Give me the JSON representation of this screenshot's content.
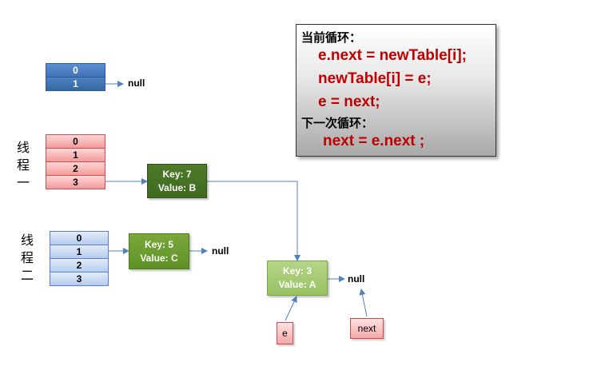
{
  "top_array": {
    "cells": [
      "0",
      "1"
    ],
    "null_label": "null"
  },
  "thread1": {
    "label": [
      "线",
      "程",
      "一"
    ],
    "cells": [
      "0",
      "1",
      "2",
      "3"
    ]
  },
  "thread2": {
    "label": [
      "线",
      "程",
      "二"
    ],
    "cells": [
      "0",
      "1",
      "2",
      "3"
    ]
  },
  "nodes": {
    "key7": {
      "key": "Key: 7",
      "value": "Value: B"
    },
    "key5": {
      "key": "Key: 5",
      "value": "Value: C",
      "null_label": "null"
    },
    "key3": {
      "key": "Key: 3",
      "value": "Value: A",
      "null_label": "null"
    }
  },
  "pointers": {
    "e": "e",
    "next": "next"
  },
  "code_box": {
    "current_header": "当前循环：",
    "current_lines": [
      "e.next = newTable[i];",
      "newTable[i] = e;",
      "e = next;"
    ],
    "next_header": "下一次循环：",
    "next_lines": [
      "next = e.next ;"
    ]
  },
  "colors": {
    "code_text": "#c00000",
    "arrow": "#4f81bd"
  }
}
